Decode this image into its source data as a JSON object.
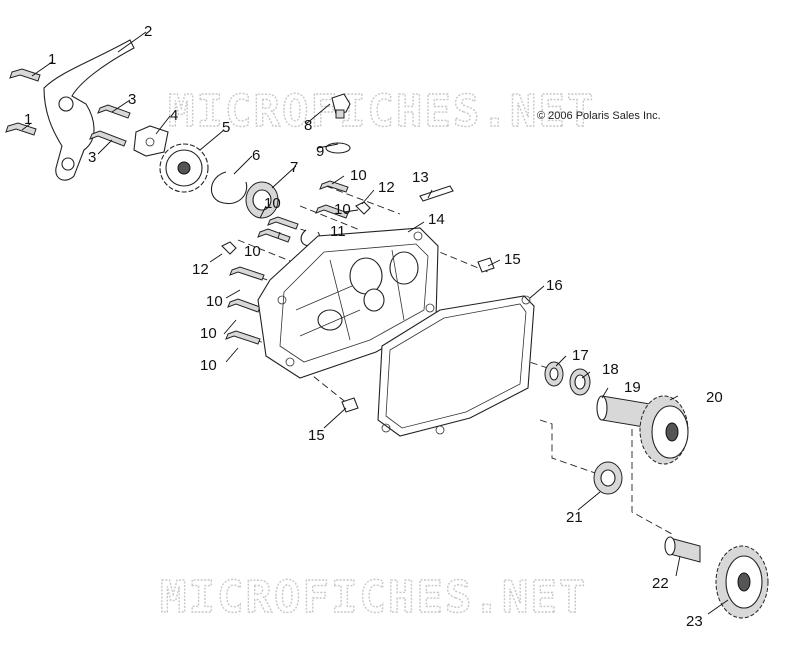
{
  "watermarks": {
    "top": "MICROFICHES.NET",
    "bottom": "MICROFICHES.NET"
  },
  "copyright": "© 2006 Polaris Sales Inc.",
  "callouts": [
    {
      "id": "c1a",
      "label": "1"
    },
    {
      "id": "c1b",
      "label": "1"
    },
    {
      "id": "c2",
      "label": "2"
    },
    {
      "id": "c3a",
      "label": "3"
    },
    {
      "id": "c3b",
      "label": "3"
    },
    {
      "id": "c4",
      "label": "4"
    },
    {
      "id": "c5",
      "label": "5"
    },
    {
      "id": "c6",
      "label": "6"
    },
    {
      "id": "c7",
      "label": "7"
    },
    {
      "id": "c8",
      "label": "8"
    },
    {
      "id": "c9",
      "label": "9"
    },
    {
      "id": "c10a",
      "label": "10"
    },
    {
      "id": "c10b",
      "label": "10"
    },
    {
      "id": "c10c",
      "label": "10"
    },
    {
      "id": "c10d",
      "label": "10"
    },
    {
      "id": "c10e",
      "label": "10"
    },
    {
      "id": "c10f",
      "label": "10"
    },
    {
      "id": "c10g",
      "label": "10"
    },
    {
      "id": "c11",
      "label": "11"
    },
    {
      "id": "c12a",
      "label": "12"
    },
    {
      "id": "c12b",
      "label": "12"
    },
    {
      "id": "c13",
      "label": "13"
    },
    {
      "id": "c14",
      "label": "14"
    },
    {
      "id": "c15a",
      "label": "15"
    },
    {
      "id": "c15b",
      "label": "15"
    },
    {
      "id": "c16",
      "label": "16"
    },
    {
      "id": "c17",
      "label": "17"
    },
    {
      "id": "c18",
      "label": "18"
    },
    {
      "id": "c19",
      "label": "19"
    },
    {
      "id": "c20",
      "label": "20"
    },
    {
      "id": "c21",
      "label": "21"
    },
    {
      "id": "c22",
      "label": "22"
    },
    {
      "id": "c23",
      "label": "23"
    }
  ]
}
